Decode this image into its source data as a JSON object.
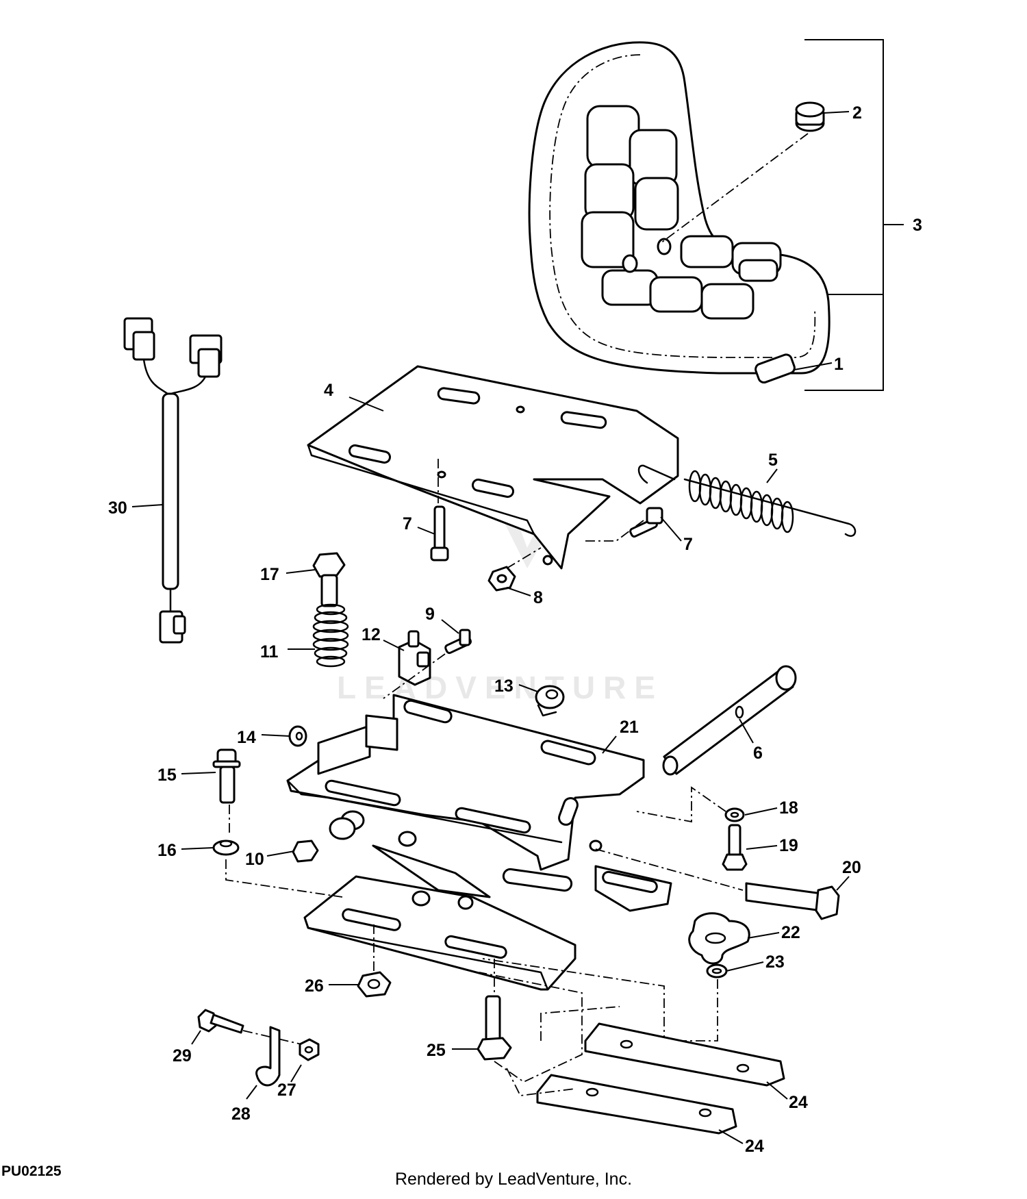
{
  "figure_id": "PU02125",
  "render_credit": "Rendered by LeadVenture, Inc.",
  "watermark_text": "LEADVENTURE",
  "callouts": {
    "c1": "1",
    "c2": "2",
    "c3": "3",
    "c4": "4",
    "c5": "5",
    "c6": "6",
    "c7a": "7",
    "c7b": "7",
    "c8": "8",
    "c9": "9",
    "c10": "10",
    "c11": "11",
    "c12": "12",
    "c13": "13",
    "c14": "14",
    "c15": "15",
    "c16": "16",
    "c17": "17",
    "c18": "18",
    "c19": "19",
    "c20": "20",
    "c21": "21",
    "c22": "22",
    "c23": "23",
    "c24a": "24",
    "c24b": "24",
    "c25": "25",
    "c26": "26",
    "c27": "27",
    "c28": "28",
    "c29": "29",
    "c30": "30"
  }
}
